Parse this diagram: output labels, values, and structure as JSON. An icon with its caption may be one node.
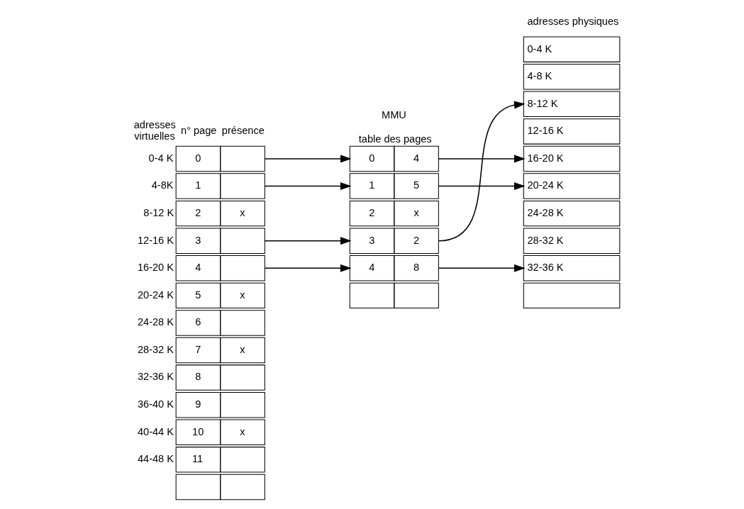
{
  "diagram": {
    "nodes": [
      {
        "text": [
          "0"
        ],
        "beside": [
          "0-4 K"
        ]
      },
      {
        "text": [
          "1"
        ],
        "beside": [
          "4-8K"
        ]
      },
      {
        "text": [
          "2",
          "x"
        ],
        "beside": [
          "8-12 K"
        ]
      },
      {
        "text": [
          "3"
        ],
        "beside": [
          "12-16 K"
        ]
      },
      {
        "text": [
          "4"
        ],
        "beside": [
          "16-20 K"
        ]
      },
      {
        "text": [
          "5",
          "x"
        ],
        "beside": [
          "20-24 K"
        ]
      },
      {
        "text": [
          "6"
        ],
        "beside": [
          "24-28 K"
        ]
      },
      {
        "text": [
          "7",
          "x"
        ],
        "beside": [
          "28-32 K"
        ]
      },
      {
        "text": [
          "8"
        ],
        "beside": [
          "32-36 K"
        ]
      },
      {
        "text": [
          "9"
        ],
        "beside": [
          "36-40 K"
        ]
      },
      {
        "text": [
          "10",
          "x"
        ],
        "beside": [
          "40-44 K"
        ]
      },
      {
        "text": [
          "11"
        ],
        "beside": [
          "44-48 K"
        ]
      },
      {
        "text": [],
        "shape": "box"
      },
      {
        "text": [
          "0",
          "4"
        ]
      },
      {
        "text": [
          "1",
          "5"
        ]
      },
      {
        "text": [
          "2",
          "x"
        ]
      },
      {
        "text": [
          "3",
          "2"
        ]
      },
      {
        "text": [
          "4",
          "8"
        ]
      },
      {
        "text": [],
        "shape": "box"
      },
      {
        "text": [
          "0-4 K"
        ]
      },
      {
        "text": [
          "4-8 K"
        ]
      },
      {
        "text": [
          "8-12 K"
        ]
      },
      {
        "text": [
          "12-16 K"
        ]
      },
      {
        "text": [
          "16-20 K"
        ]
      },
      {
        "text": [
          "20-24 K"
        ]
      },
      {
        "text": [
          "24-28 K"
        ]
      },
      {
        "text": [
          "28-32 K"
        ]
      },
      {
        "text": [
          "32-36 K"
        ]
      },
      {
        "text": [],
        "shape": "box"
      }
    ],
    "edges": [
      {
        "from": 0,
        "to": 13,
        "arrow": "to"
      },
      {
        "from": 1,
        "to": 14,
        "arrow": "to"
      },
      {
        "from": 3,
        "to": 16,
        "arrow": "to"
      },
      {
        "from": 4,
        "to": 17,
        "arrow": "to"
      },
      {
        "from": 13,
        "to": 23,
        "arrow": "to"
      },
      {
        "from": 14,
        "to": 24,
        "arrow": "to"
      },
      {
        "from": 16,
        "to": 21,
        "arrow": "to"
      },
      {
        "from": 17,
        "to": 27,
        "arrow": "to"
      }
    ],
    "labels": [
      "adresses virtuelles",
      "n° page",
      "présence",
      "MMU",
      "table des pages",
      "adresses physiques"
    ]
  }
}
